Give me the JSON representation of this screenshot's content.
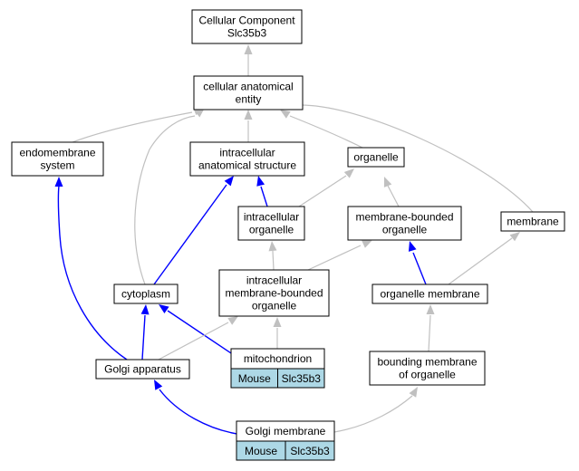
{
  "nodes": {
    "cellular_component": {
      "lines": [
        "Cellular Component",
        "Slc35b3"
      ]
    },
    "cellular_anatomical_entity": {
      "lines": [
        "cellular anatomical",
        "entity"
      ]
    },
    "endomembrane_system": {
      "lines": [
        "endomembrane",
        "system"
      ]
    },
    "intracellular_anatomical_structure": {
      "lines": [
        "intracellular",
        "anatomical structure"
      ]
    },
    "organelle": {
      "lines": [
        "organelle"
      ]
    },
    "intracellular_organelle": {
      "lines": [
        "intracellular",
        "organelle"
      ]
    },
    "membrane_bounded_organelle": {
      "lines": [
        "membrane-bounded",
        "organelle"
      ]
    },
    "membrane": {
      "lines": [
        "membrane"
      ]
    },
    "cytoplasm": {
      "lines": [
        "cytoplasm"
      ]
    },
    "intracellular_membrane_bounded_organelle": {
      "lines": [
        "intracellular",
        "membrane-bounded",
        "organelle"
      ]
    },
    "organelle_membrane": {
      "lines": [
        "organelle membrane"
      ]
    },
    "mitochondrion": {
      "lines": [
        "mitochondrion"
      ],
      "tags": [
        "Mouse",
        "Slc35b3"
      ]
    },
    "golgi_apparatus": {
      "lines": [
        "Golgi apparatus"
      ]
    },
    "bounding_membrane_of_organelle": {
      "lines": [
        "bounding membrane",
        "of organelle"
      ]
    },
    "golgi_membrane": {
      "lines": [
        "Golgi membrane"
      ],
      "tags": [
        "Mouse",
        "Slc35b3"
      ]
    }
  },
  "edges": [
    {
      "from": "cellular_anatomical_entity",
      "to": "cellular_component",
      "color": "gray"
    },
    {
      "from": "endomembrane_system",
      "to": "cellular_anatomical_entity",
      "color": "gray"
    },
    {
      "from": "intracellular_anatomical_structure",
      "to": "cellular_anatomical_entity",
      "color": "gray"
    },
    {
      "from": "organelle",
      "to": "cellular_anatomical_entity",
      "color": "gray"
    },
    {
      "from": "membrane",
      "to": "cellular_anatomical_entity",
      "color": "gray"
    },
    {
      "from": "cytoplasm",
      "to": "cellular_anatomical_entity",
      "color": "gray"
    },
    {
      "from": "intracellular_organelle",
      "to": "intracellular_anatomical_structure",
      "color": "blue"
    },
    {
      "from": "intracellular_organelle",
      "to": "organelle",
      "color": "gray"
    },
    {
      "from": "membrane_bounded_organelle",
      "to": "organelle",
      "color": "gray"
    },
    {
      "from": "cytoplasm",
      "to": "intracellular_anatomical_structure",
      "color": "blue"
    },
    {
      "from": "intracellular_membrane_bounded_organelle",
      "to": "intracellular_organelle",
      "color": "gray"
    },
    {
      "from": "intracellular_membrane_bounded_organelle",
      "to": "membrane_bounded_organelle",
      "color": "gray"
    },
    {
      "from": "organelle_membrane",
      "to": "membrane_bounded_organelle",
      "color": "blue"
    },
    {
      "from": "organelle_membrane",
      "to": "membrane",
      "color": "gray"
    },
    {
      "from": "mitochondrion",
      "to": "cytoplasm",
      "color": "blue"
    },
    {
      "from": "mitochondrion",
      "to": "intracellular_membrane_bounded_organelle",
      "color": "gray"
    },
    {
      "from": "golgi_apparatus",
      "to": "endomembrane_system",
      "color": "blue"
    },
    {
      "from": "golgi_apparatus",
      "to": "cytoplasm",
      "color": "blue"
    },
    {
      "from": "golgi_apparatus",
      "to": "intracellular_membrane_bounded_organelle",
      "color": "gray"
    },
    {
      "from": "bounding_membrane_of_organelle",
      "to": "organelle_membrane",
      "color": "gray"
    },
    {
      "from": "golgi_membrane",
      "to": "golgi_apparatus",
      "color": "blue"
    },
    {
      "from": "golgi_membrane",
      "to": "bounding_membrane_of_organelle",
      "color": "gray"
    }
  ],
  "colors": {
    "gray_edge": "#c0c0c0",
    "blue_edge": "#0000ff",
    "tag_fill": "#add8e6"
  }
}
